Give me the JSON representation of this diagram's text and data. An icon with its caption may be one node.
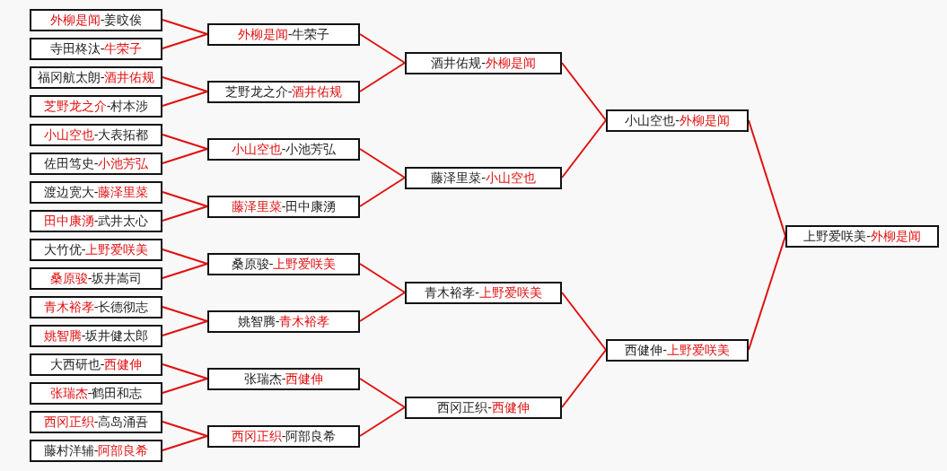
{
  "diagram": {
    "nodes": [
      {
        "text": [
          "外柳是闻-姜旼俟"
        ]
      },
      {
        "text": [
          "寺田柊汰-牛荣子"
        ]
      },
      {
        "text": [
          "福冈航太朗-酒井佑规"
        ]
      },
      {
        "text": [
          "芝野龙之介-村本涉"
        ]
      },
      {
        "text": [
          "小山空也-大表拓都"
        ]
      },
      {
        "text": [
          "佐田笃史-小池芳弘"
        ]
      },
      {
        "text": [
          "渡边宽大-藤泽里菜"
        ]
      },
      {
        "text": [
          "田中康湧-武井太心"
        ]
      },
      {
        "text": [
          "大竹优-上野爱咲美"
        ]
      },
      {
        "text": [
          "桑原骏-坂井嵩司"
        ]
      },
      {
        "text": [
          "青木裕孝-长德彻志"
        ]
      },
      {
        "text": [
          "姚智腾-坂井健太郎"
        ]
      },
      {
        "text": [
          "大西研也-西健伸"
        ]
      },
      {
        "text": [
          "张瑞杰-鹤田和志"
        ]
      },
      {
        "text": [
          "西冈正织-高岛涌吾"
        ]
      },
      {
        "text": [
          "藤村洋辅-阿部良希"
        ]
      },
      {
        "text": [
          "外柳是闻-牛荣子"
        ]
      },
      {
        "text": [
          "芝野龙之介-酒井佑规"
        ]
      },
      {
        "text": [
          "小山空也-小池芳弘"
        ]
      },
      {
        "text": [
          "藤泽里菜-田中康湧"
        ]
      },
      {
        "text": [
          "桑原骏-上野爱咲美"
        ]
      },
      {
        "text": [
          "姚智腾-青木裕孝"
        ]
      },
      {
        "text": [
          "张瑞杰-西健伸"
        ]
      },
      {
        "text": [
          "西冈正织-阿部良希"
        ]
      },
      {
        "text": [
          "酒井佑规-外柳是闻"
        ]
      },
      {
        "text": [
          "藤泽里菜-小山空也"
        ]
      },
      {
        "text": [
          "青木裕孝-上野爱咲美"
        ]
      },
      {
        "text": [
          "西冈正织-西健伸"
        ]
      },
      {
        "text": [
          "小山空也-外柳是闻"
        ]
      },
      {
        "text": [
          "西健伸-上野爱咲美"
        ]
      },
      {
        "text": [
          "上野爱咲美-外柳是闻"
        ]
      }
    ],
    "edges": [
      {
        "from": 0,
        "to": 16,
        "arrow": "none"
      },
      {
        "from": 1,
        "to": 16,
        "arrow": "none"
      },
      {
        "from": 2,
        "to": 17,
        "arrow": "none"
      },
      {
        "from": 3,
        "to": 17,
        "arrow": "none"
      },
      {
        "from": 4,
        "to": 18,
        "arrow": "none"
      },
      {
        "from": 5,
        "to": 18,
        "arrow": "none"
      },
      {
        "from": 6,
        "to": 19,
        "arrow": "none"
      },
      {
        "from": 7,
        "to": 19,
        "arrow": "none"
      },
      {
        "from": 8,
        "to": 20,
        "arrow": "none"
      },
      {
        "from": 9,
        "to": 20,
        "arrow": "none"
      },
      {
        "from": 10,
        "to": 21,
        "arrow": "none"
      },
      {
        "from": 11,
        "to": 21,
        "arrow": "none"
      },
      {
        "from": 12,
        "to": 22,
        "arrow": "none"
      },
      {
        "from": 13,
        "to": 22,
        "arrow": "none"
      },
      {
        "from": 14,
        "to": 23,
        "arrow": "none"
      },
      {
        "from": 15,
        "to": 23,
        "arrow": "none"
      },
      {
        "from": 16,
        "to": 24,
        "arrow": "none"
      },
      {
        "from": 17,
        "to": 24,
        "arrow": "none"
      },
      {
        "from": 18,
        "to": 25,
        "arrow": "none"
      },
      {
        "from": 19,
        "to": 25,
        "arrow": "none"
      },
      {
        "from": 20,
        "to": 26,
        "arrow": "none"
      },
      {
        "from": 21,
        "to": 26,
        "arrow": "none"
      },
      {
        "from": 22,
        "to": 27,
        "arrow": "none"
      },
      {
        "from": 23,
        "to": 27,
        "arrow": "none"
      },
      {
        "from": 24,
        "to": 28,
        "arrow": "none"
      },
      {
        "from": 25,
        "to": 28,
        "arrow": "none"
      },
      {
        "from": 26,
        "to": 29,
        "arrow": "none"
      },
      {
        "from": 27,
        "to": 29,
        "arrow": "none"
      },
      {
        "from": 28,
        "to": 30,
        "arrow": "none"
      },
      {
        "from": 29,
        "to": 30,
        "arrow": "none"
      }
    ]
  }
}
